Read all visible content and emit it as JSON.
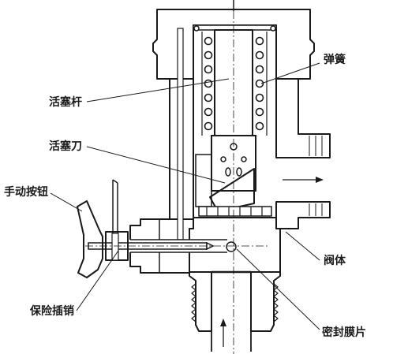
{
  "labels": {
    "spring": "弹簧",
    "piston_rod": "活塞杆",
    "piston_knife": "活塞刀",
    "manual_button": "手动按钮",
    "valve_body": "阀体",
    "safety_pin": "保险插销",
    "sealing_diaphragm": "密封膜片"
  },
  "colors": {
    "ink": "#1a1a1a",
    "paper": "#ffffff"
  }
}
